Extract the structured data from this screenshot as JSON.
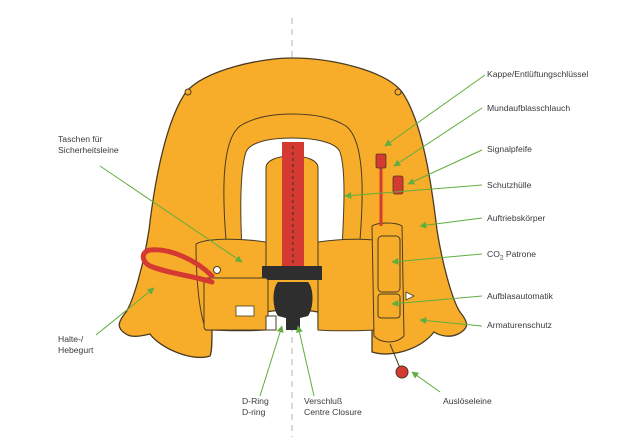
{
  "colors": {
    "vest_fill": "#f7ad2a",
    "vest_stroke": "#4a3b22",
    "vest_shadow": "#e89a1a",
    "inner_hole": "#ffffff",
    "strap_red": "#d43a32",
    "strap_dark": "#2e2e2e",
    "arrow_green": "#5fae3e",
    "centerline": "#b0b0b0",
    "text": "#3a3a3a"
  },
  "labels": {
    "taschen_line1": "Taschen für",
    "taschen_line2": "Sicherheitsleine",
    "halte_line1": "Halte-/",
    "halte_line2": "Hebegurt",
    "dring_line1": "D-Ring",
    "dring_line2": "D-ring",
    "verschluss_line1": "Verschluß",
    "verschluss_line2": "Centre Closure",
    "kappe": "Kappe/Entlüftungschlüssel",
    "mundauf": "Mundaufblasschlauch",
    "signal": "Signalpfeife",
    "schutz": "Schutzhülle",
    "auftrieb": "Auftriebskörper",
    "co2_main": "CO",
    "co2_sub": "2",
    "co2_rest": " Patrone",
    "aufblas": "Aufblasautomatik",
    "armatur": "Armaturenschutz",
    "ausloese": "Auslöseleine"
  }
}
